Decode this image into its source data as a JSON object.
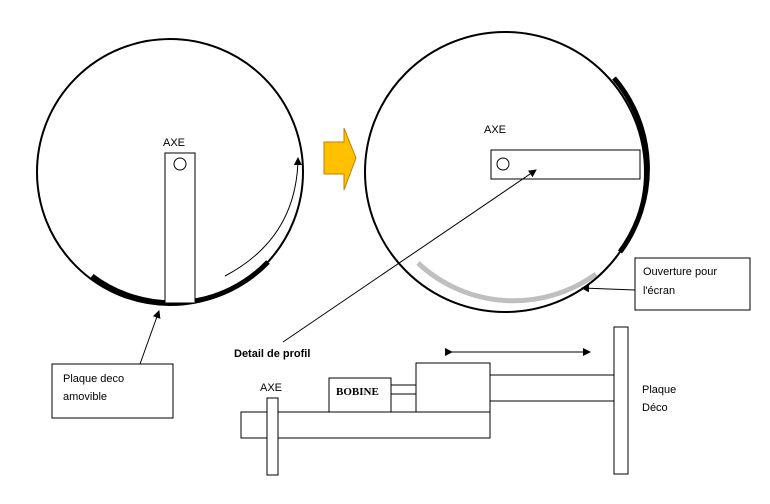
{
  "labels": {
    "axe_left": "AXE",
    "axe_right": "AXE",
    "axe_profile": "AXE",
    "bobine": "BOBINE",
    "detail": "Detail de profil",
    "plaque_deco_line1": "Plaque deco",
    "plaque_deco_line2": "amovible",
    "ouverture_line1": "Ouverture pour",
    "ouverture_line2": "l'écran",
    "plaque_line1": "Plaque",
    "plaque_line2": "Déco"
  },
  "colors": {
    "stroke": "#000000",
    "arrow_fill": "#ffc000",
    "arrow_stroke": "#c08000",
    "opening_arc": "#bfbfbf"
  }
}
